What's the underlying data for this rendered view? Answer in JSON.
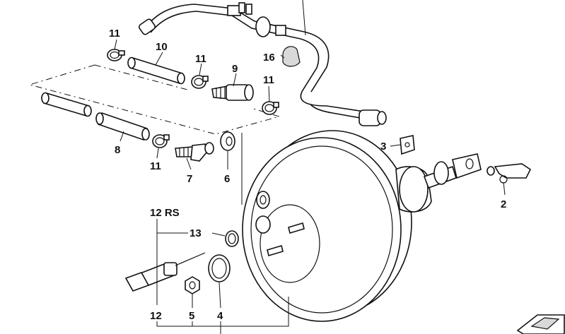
{
  "callouts": {
    "c11a": "11",
    "c10": "10",
    "c11b": "11",
    "c9": "9",
    "c16": "16",
    "c11c": "11",
    "c8": "8",
    "c11d": "11",
    "c7": "7",
    "c6": "6",
    "c3": "3",
    "c2": "2",
    "c12rs": "12 RS",
    "c13": "13",
    "c12": "12",
    "c5": "5",
    "c4": "4"
  },
  "icons": {
    "corner": "parts-catalog-corner-icon"
  }
}
